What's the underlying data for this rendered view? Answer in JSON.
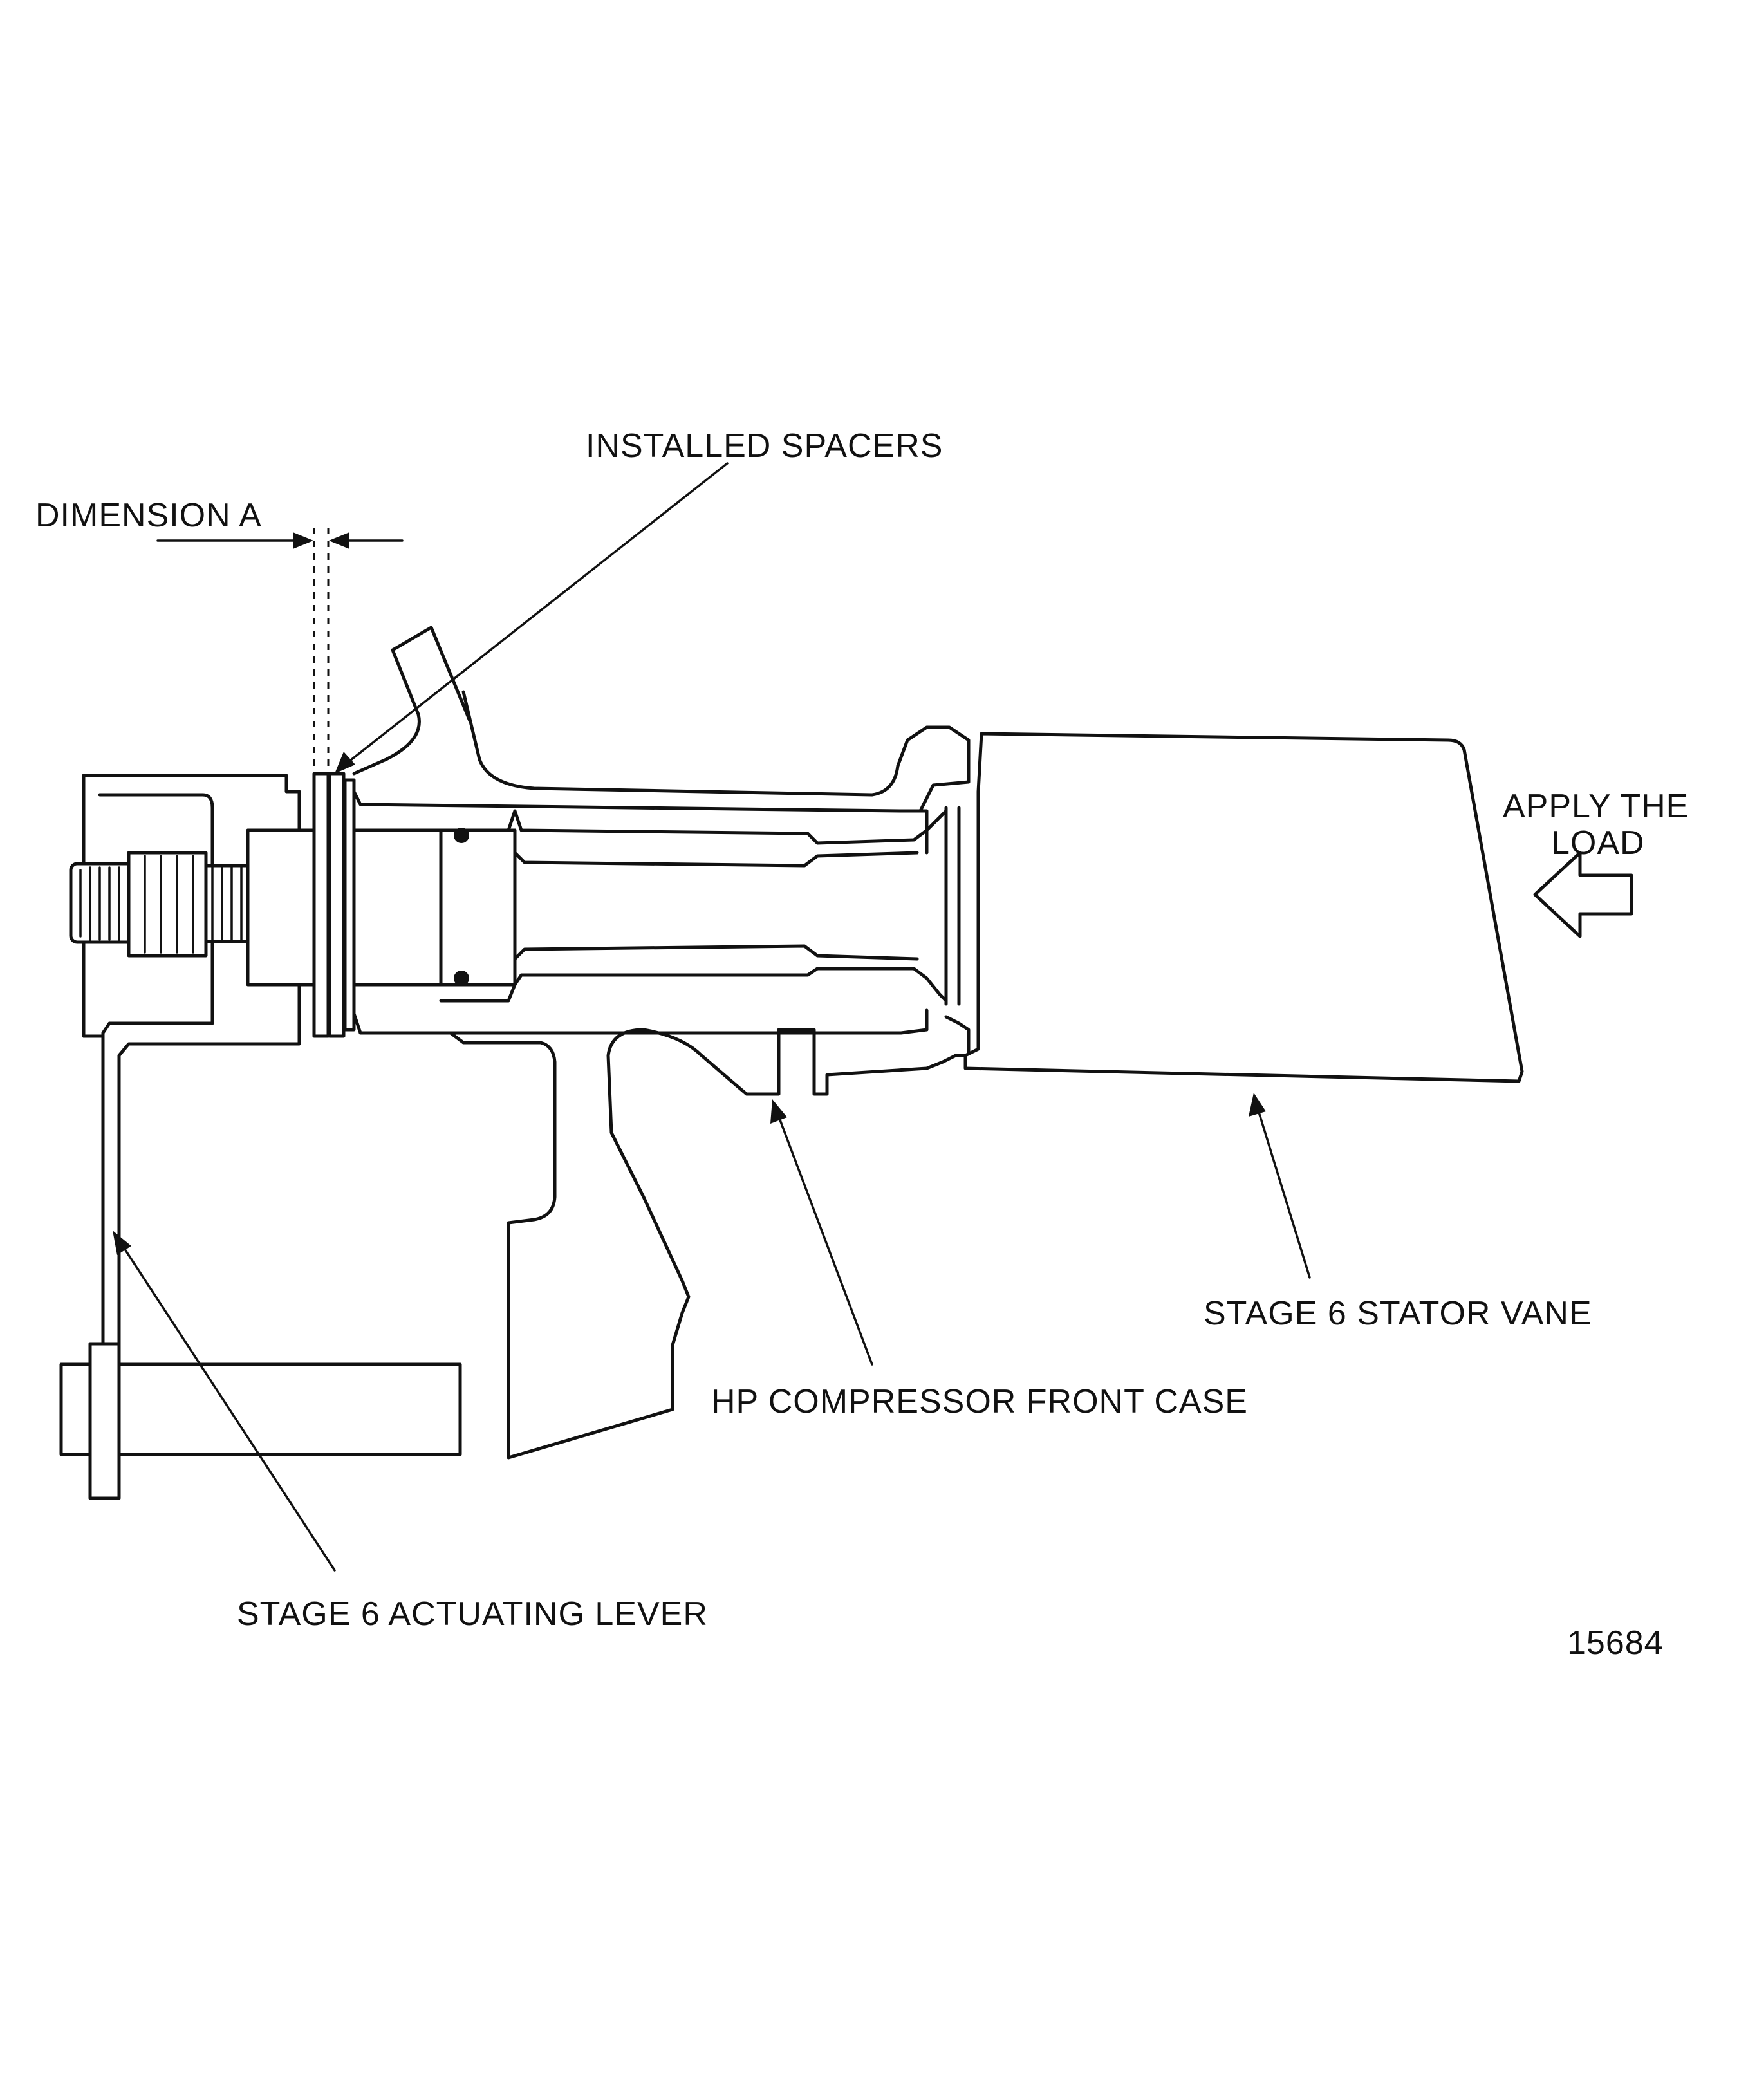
{
  "figure": {
    "labels": {
      "installed_spacers": "INSTALLED SPACERS",
      "dimension_a": "DIMENSION A",
      "apply_the_load_line1": "APPLY THE",
      "apply_the_load_line2": "LOAD",
      "stage6_stator_vane": "STAGE 6 STATOR VANE",
      "hp_compressor_front_case": "HP COMPRESSOR FRONT CASE",
      "stage6_actuating_lever": "STAGE 6 ACTUATING LEVER"
    },
    "figure_number": "15684"
  }
}
